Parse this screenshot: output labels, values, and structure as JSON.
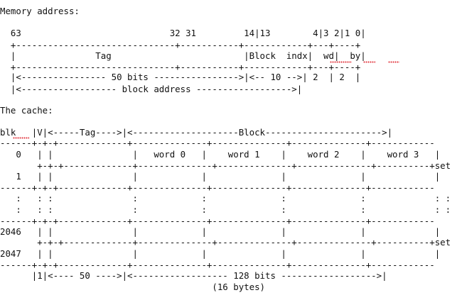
{
  "memory_section": {
    "heading": "Memory address:",
    "bit_positions": "  63                            32 31         14|13        4|3 2|1 0|",
    "border_top": "  +------------------------------+-----------+------------+---+----+",
    "fields_row": "  |               Tag                         |Block  indx|  wd|  by|",
    "border_bottom": "  +------------------------------+-----------+------------+---+----+",
    "bits_row": "  |<---------------- 50 bits ---------------->|<-- 10 -->| 2  | 2  |",
    "block_address_row": "  |<------------------ block address ------------------>|"
  },
  "cache_section": {
    "heading": "The cache:",
    "column_header": "blk   |V|<-----Tag---->|<--------------------Block---------------------->|",
    "rule": "------+-+-+-------------+--------------+--------------+--------------+------------",
    "rule_between_sets": "------+-+-+-------------+--------------+--------------+--------------+------------",
    "row_0": "   0   | |               |   word 0   |    word 1    |    word 2    |    word 3   |",
    "sep_0": "       +-+-+-------------+--------------+--------------+--------------+----------+set",
    "row_1": "   1   | |               |            |              |              |             |",
    "dots_1": "   :   : :               :            :              :              :             : :",
    "dots_2": "   :   : :               :            :              :              :             : :",
    "row_2046": "2046   | |               |            |              |              |             |",
    "sep_1": "       +-+-+-------------+--------------+--------------+--------------+----------+set",
    "row_2047": "2047   | |               |            |              |              |             |",
    "bottom_rule": "------+-+-+-------------+--------------+--------------+--------------+------------",
    "widths_row": "      |1|<---- 50 ---->|<------------------ 128 bits ------------------>|",
    "bytes_row": "                                        (16 bytes)"
  }
}
